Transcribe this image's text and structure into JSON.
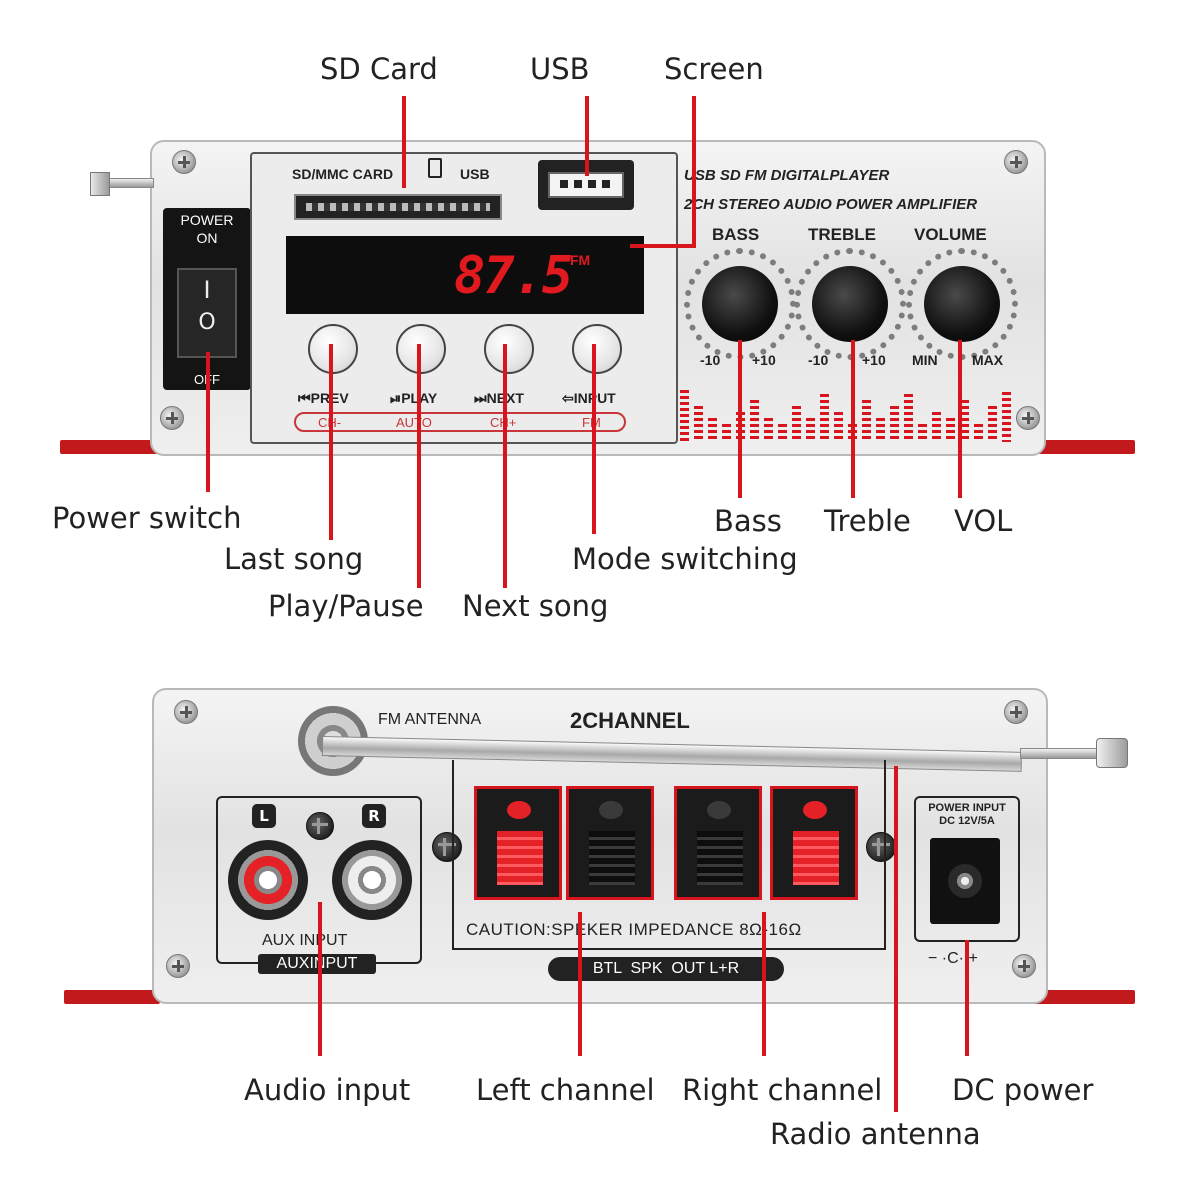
{
  "callouts": {
    "sd_card": "SD Card",
    "usb": "USB",
    "screen": "Screen",
    "power_switch": "Power switch",
    "last_song": "Last song",
    "play_pause": "Play/Pause",
    "next_song": "Next song",
    "mode_switching": "Mode switching",
    "bass": "Bass",
    "treble": "Treble",
    "vol": "VOL",
    "audio_input": "Audio input",
    "left_channel": "Left channel",
    "right_channel": "Right channel",
    "radio_antenna": "Radio antenna",
    "dc_power": "DC power"
  },
  "front_panel": {
    "power_label": "POWER\nON",
    "power_on_symbol": "I",
    "power_off_symbol": "O",
    "off_label": "OFF",
    "sd_slot_label": "SD/MMC CARD",
    "usb_label": "USB",
    "display_value": "87.5",
    "display_band": "FM",
    "title_line1": "USB SD FM DIGITALPLAYER",
    "title_line2": "2CH STEREO AUDIO POWER  AMPLIFIER",
    "knobs": [
      {
        "label": "BASS",
        "min": "-10",
        "max": "+10"
      },
      {
        "label": "TREBLE",
        "min": "-10",
        "max": "+10"
      },
      {
        "label": "VOLUME",
        "min": "MIN",
        "max": "MAX"
      }
    ],
    "buttons": [
      {
        "label": "⏮PREV",
        "sub": "CH-"
      },
      {
        "label": "⏯PLAY",
        "sub": "AUTO"
      },
      {
        "label": "⏭NEXT",
        "sub": "CH+"
      },
      {
        "label": "⇦INPUT",
        "sub": "FM"
      }
    ],
    "colors": {
      "accent": "#d8141c",
      "display_digits": "#e01a1f"
    }
  },
  "rear_panel": {
    "fm_antenna_label": "FM ANTENNA",
    "channel_title": "2CHANNEL",
    "left_badge": "L",
    "right_badge": "R",
    "aux_label": "AUX INPUT",
    "aux_label_box": "AUXINPUT",
    "caution": "CAUTION:SPEKER IMPEDANCE 8Ω-16Ω",
    "btl_label": "BTL  SPK  OUT L+R",
    "power_input_label": "POWER INPUT\nDC 12V/5A",
    "polarity": "− ·C· +"
  }
}
